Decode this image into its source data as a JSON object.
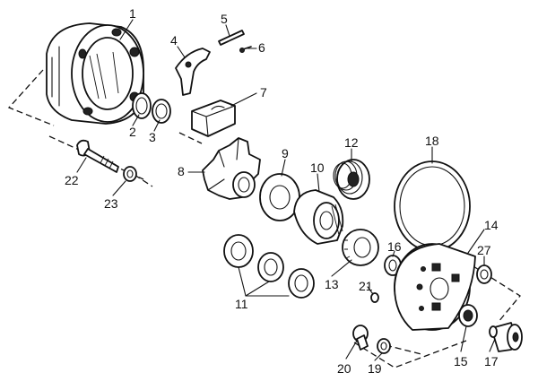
{
  "labels": {
    "l1": "1",
    "l2": "2",
    "l3": "3",
    "l4": "4",
    "l5": "5",
    "l6": "6",
    "l7": "7",
    "l8": "8",
    "l9": "9",
    "l10": "10",
    "l11": "11",
    "l12": "12",
    "l13": "13",
    "l14": "14",
    "l15": "15",
    "l16": "16",
    "l17": "17",
    "l18": "18",
    "l19": "19",
    "l20": "20",
    "l21": "21",
    "l22": "22",
    "l23": "23",
    "l27": "27"
  }
}
